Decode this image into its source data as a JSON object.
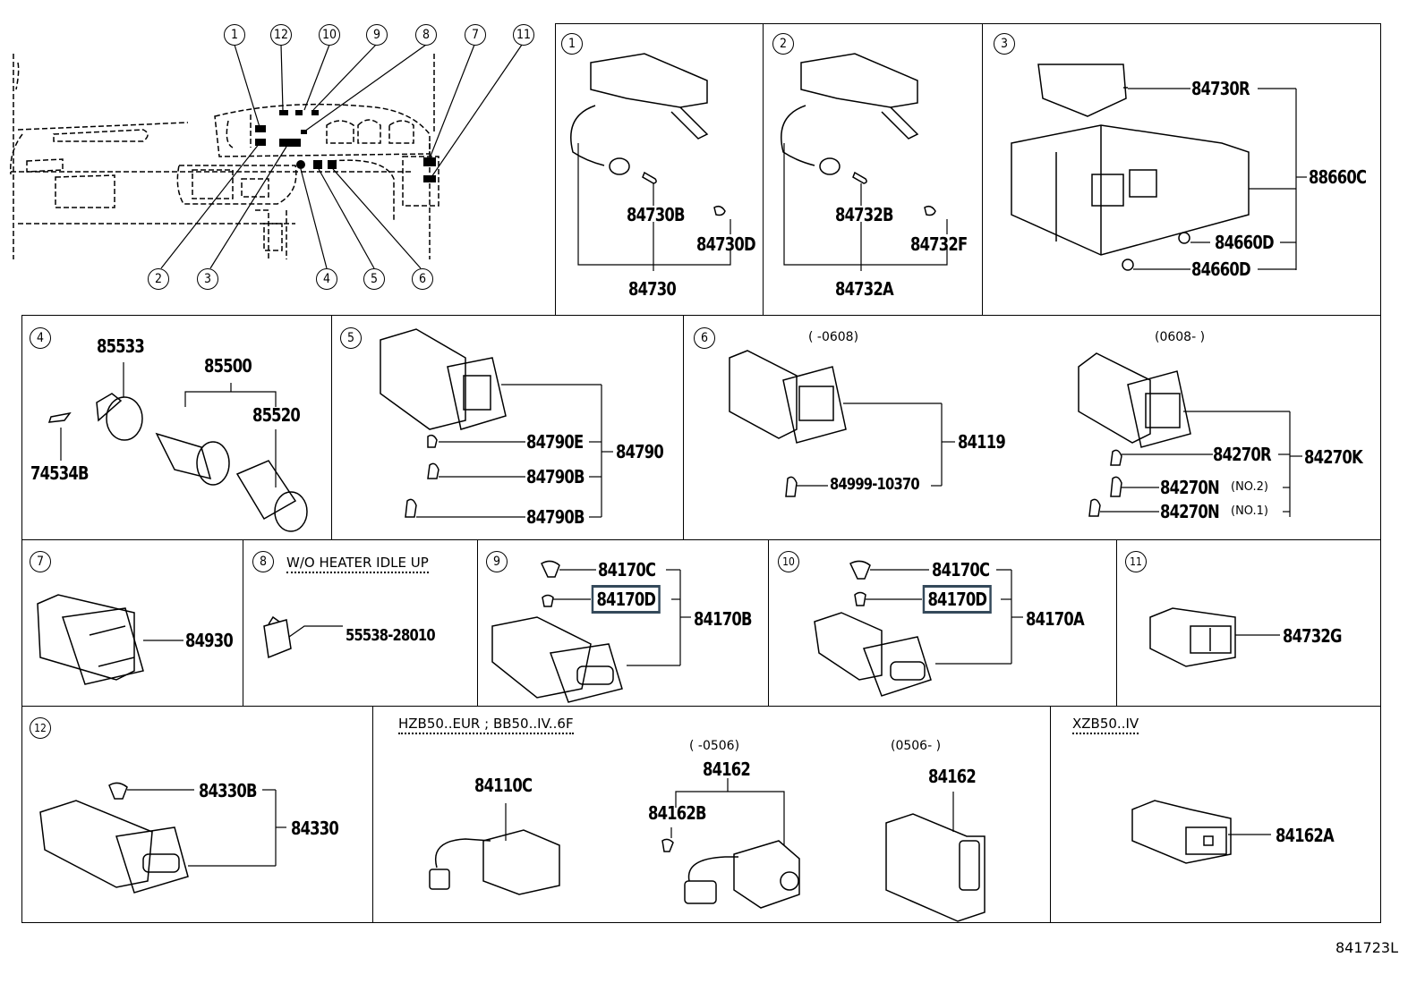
{
  "overview": {
    "callouts_top": [
      "1",
      "12",
      "10",
      "9",
      "8",
      "7",
      "11"
    ],
    "callouts_bottom": [
      "2",
      "3",
      "4",
      "5",
      "6"
    ]
  },
  "panels": {
    "p1": {
      "number": "1",
      "parts": {
        "main": "84730",
        "pin": "84730B",
        "cap": "84730D"
      }
    },
    "p2": {
      "number": "2",
      "parts": {
        "main": "84732A",
        "pin": "84732B",
        "cap": "84732F"
      }
    },
    "p3": {
      "number": "3",
      "parts": {
        "main": "88660C",
        "bracket": "84730R",
        "bulb1": "84660D",
        "bulb2": "84660D"
      }
    },
    "p4": {
      "number": "4",
      "parts": {
        "ring": "85533",
        "assy": "85500",
        "plug": "85520",
        "label": "74534B"
      }
    },
    "p5": {
      "number": "5",
      "parts": {
        "main": "84790",
        "b1": "84790E",
        "b2": "84790B",
        "b3": "84790B"
      }
    },
    "p6": {
      "number": "6",
      "left_range": "(      -0608)",
      "right_range": "(0608-      )",
      "parts": {
        "left_main": "84119",
        "left_bulb": "84999-10370",
        "right_main": "84270K",
        "right_r": "84270R",
        "right_n2": "84270N",
        "right_n2_note": "(NO.2)",
        "right_n1": "84270N",
        "right_n1_note": "(NO.1)"
      }
    },
    "p7": {
      "number": "7",
      "parts": {
        "main": "84930"
      }
    },
    "p8": {
      "number": "8",
      "condition": "W/O HEATER IDLE UP",
      "parts": {
        "main": "55538-28010"
      }
    },
    "p9": {
      "number": "9",
      "parts": {
        "main": "84170B",
        "c": "84170C",
        "d": "84170D"
      }
    },
    "p10": {
      "number": "10",
      "parts": {
        "main": "84170A",
        "c": "84170C",
        "d": "84170D"
      }
    },
    "p11": {
      "number": "11",
      "parts": {
        "main": "84732G"
      }
    },
    "p12": {
      "number": "12",
      "parts": {
        "main": "84330",
        "b": "84330B"
      }
    },
    "p13": {
      "condition": "HZB50..EUR ; BB50..IV..6F",
      "left_range": "(      -0506)",
      "right_range": "(0506-      )",
      "parts": {
        "c": "84110C",
        "main_left": "84162",
        "b": "84162B",
        "main_right": "84162"
      }
    },
    "p14": {
      "condition": "XZB50..IV",
      "parts": {
        "main": "84162A"
      }
    }
  },
  "highlight_color": "#34495a",
  "footer_code": "841723L"
}
